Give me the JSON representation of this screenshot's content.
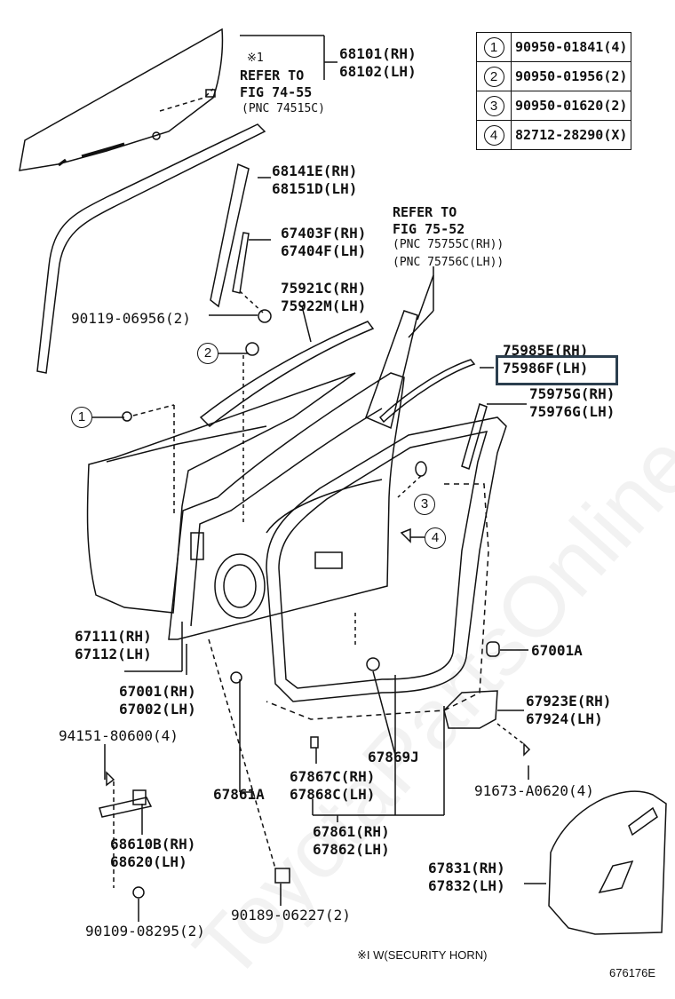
{
  "legend": [
    {
      "num": "1",
      "part": "90950-01841(4)"
    },
    {
      "num": "2",
      "part": "90950-01956(2)"
    },
    {
      "num": "3",
      "part": "90950-01620(2)"
    },
    {
      "num": "4",
      "part": "82712-28290(X)"
    }
  ],
  "notes": {
    "refer1_mark": "※1",
    "refer1_a": "REFER TO",
    "refer1_b": "FIG 74-55",
    "refer1_c": "(PNC 74515C)",
    "refer2_a": "REFER TO",
    "refer2_b": "FIG 75-52",
    "refer2_c": "(PNC 75755C(RH))",
    "refer2_d": "(PNC 75756C(LH))"
  },
  "parts": {
    "p68101": "68101(RH)",
    "p68102": "68102(LH)",
    "p68141e": "68141E(RH)",
    "p68151d": "68151D(LH)",
    "p67403f": "67403F(RH)",
    "p67404f": "67404F(LH)",
    "p75921c": "75921C(RH)",
    "p75922m": "75922M(LH)",
    "p90119": "90119-06956(2)",
    "p75985e": "75985E(RH)",
    "p75986f": "75986F(LH)",
    "p75975g": "75975G(RH)",
    "p75976g": "75976G(LH)",
    "p67001a": "67001A",
    "p67111": "67111(RH)",
    "p67112": "67112(LH)",
    "p67001": "67001(RH)",
    "p67002": "67002(LH)",
    "p67923e": "67923E(RH)",
    "p67924": "67924(LH)",
    "p94151": "94151-80600(4)",
    "p67869j": "67869J",
    "p67867c": "67867C(RH)",
    "p67868c": "67868C(LH)",
    "p67861a": "67861A",
    "p91673": "91673-A0620(4)",
    "p68610b": "68610B(RH)",
    "p68620": "68620(LH)",
    "p67861": "67861(RH)",
    "p67862": "67862(LH)",
    "p67831": "67831(RH)",
    "p67832": "67832(LH)",
    "p90109": "90109-08295(2)",
    "p90189": "90189-06227(2)"
  },
  "callouts": {
    "c1": "1",
    "c2": "2",
    "c3": "3",
    "c4": "4"
  },
  "footnote": "※I W(SECURITY HORN)",
  "figure_id": "676176E",
  "watermark": "ToyotaPartsOnline.ru",
  "highlight_color": "#2b3e4e"
}
